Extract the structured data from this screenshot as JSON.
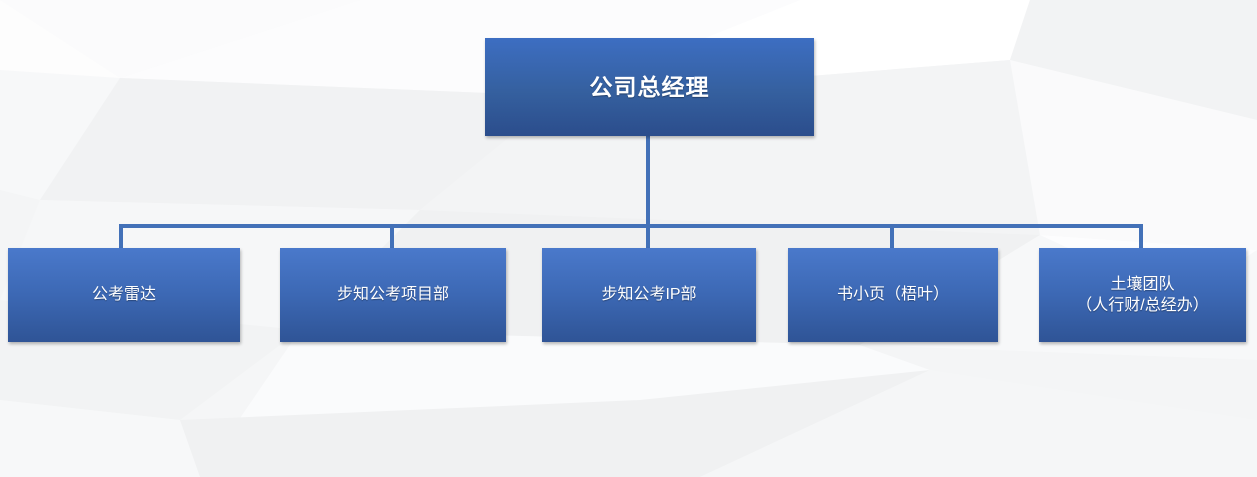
{
  "chart": {
    "type": "org-chart",
    "orientation": "top-down",
    "levels": 2,
    "root": {
      "label": "公司总经理",
      "color": "#2f5496"
    },
    "children": [
      {
        "label": "公考雷达",
        "color": "#4472c4"
      },
      {
        "label": "步知公考项目部",
        "color": "#4472c4"
      },
      {
        "label": "步知公考IP部",
        "color": "#4472c4"
      },
      {
        "label": "书小页（梧叶）",
        "color": "#4472c4"
      },
      {
        "label": "土壤团队\n（人行财/总经办）",
        "color": "#4472c4"
      }
    ]
  },
  "theme": {
    "background_color": "#f6f7f8",
    "connector_color": "#4371b8",
    "node_text_color": "#ffffff",
    "root_gradient_top": "#3d6ec2",
    "root_gradient_bottom": "#2b4d8c",
    "child_gradient_top": "#4a79cb",
    "child_gradient_bottom": "#2f5496"
  }
}
